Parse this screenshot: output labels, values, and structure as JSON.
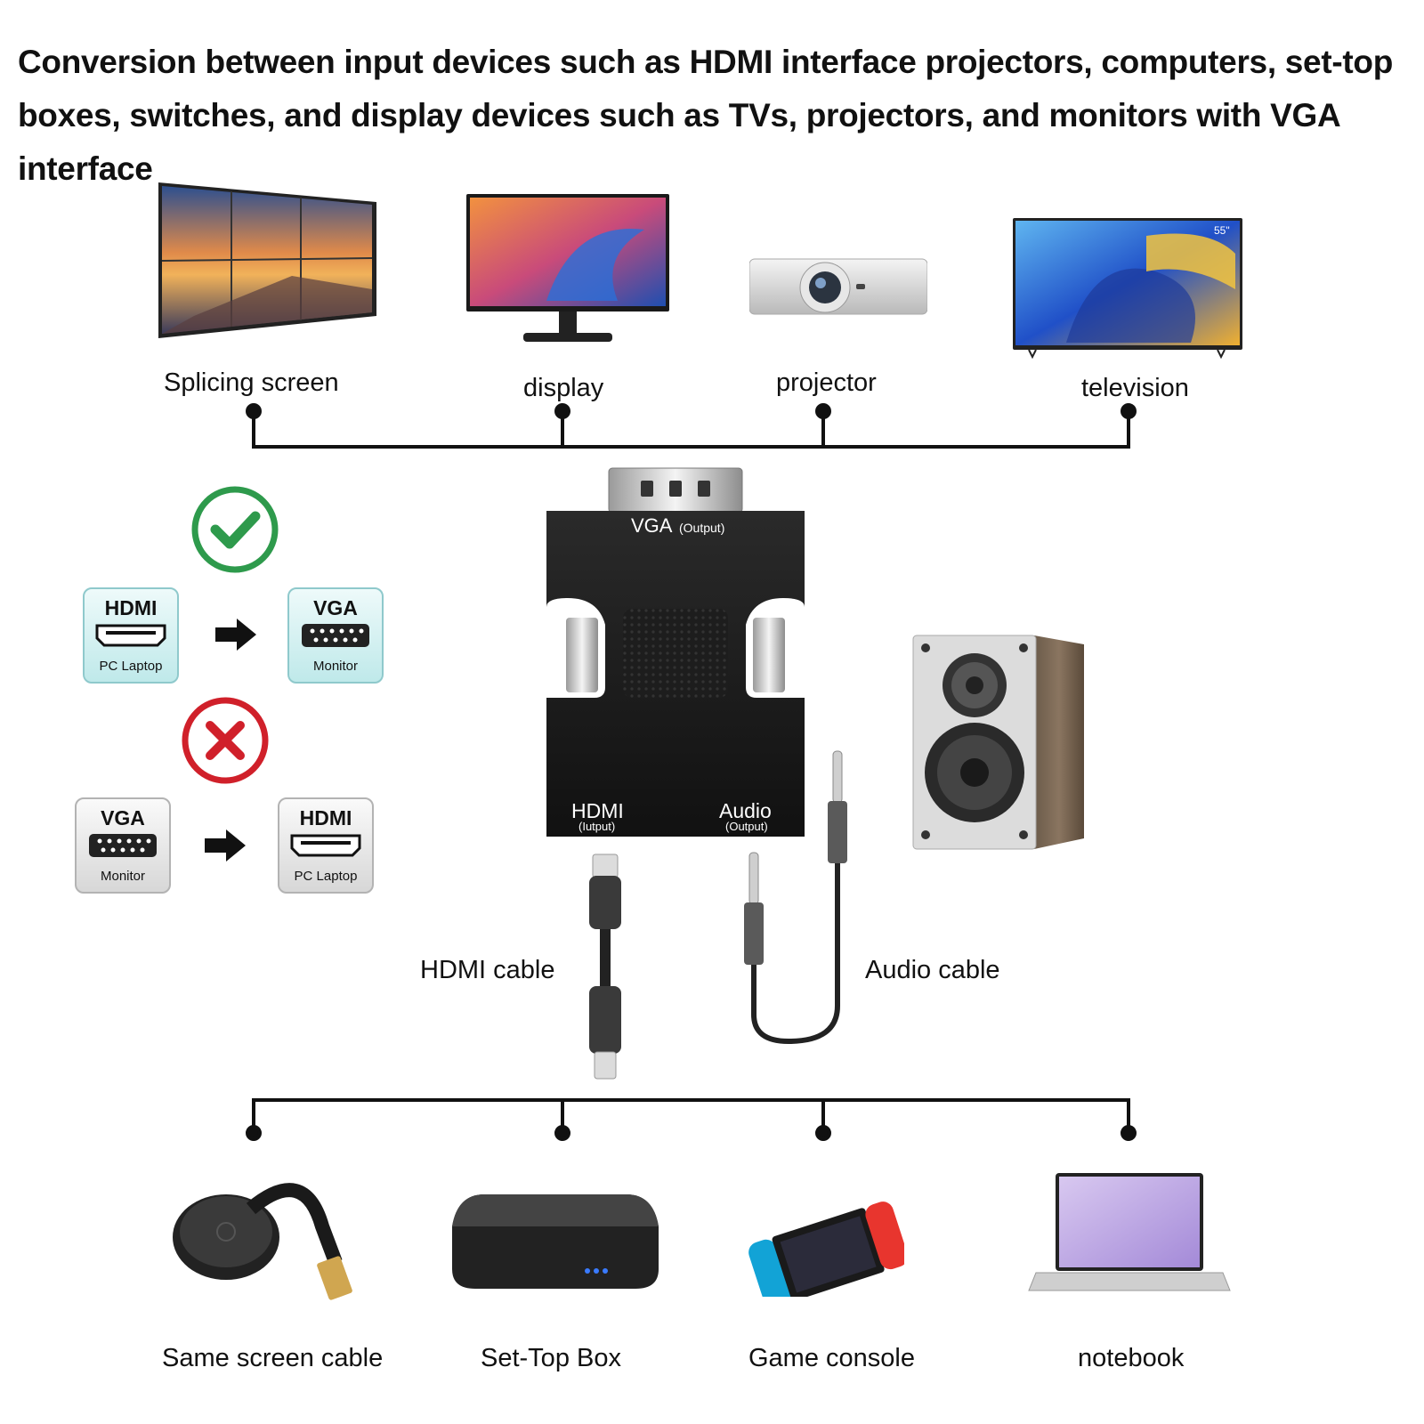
{
  "headline": "Conversion between input devices such as HDMI interface projectors, computers, set-top boxes, switches, and display devices such as TVs, projectors, and monitors with VGA interface",
  "output_devices": [
    "Splicing screen",
    "display",
    "projector",
    "television"
  ],
  "input_devices": [
    "Same screen cable",
    "Set-Top Box",
    "Game console",
    "notebook"
  ],
  "adapter": {
    "vga_label": "VGA",
    "vga_sub": "(Output)",
    "hdmi_label": "HDMI",
    "hdmi_sub": "(Iutput)",
    "audio_label": "Audio",
    "audio_sub": "(Output)"
  },
  "tv_badge": "55\"",
  "cables": {
    "hdmi": "HDMI cable",
    "audio": "Audio cable"
  },
  "compat": {
    "ok": {
      "from_title": "HDMI",
      "from_sub": "PC Laptop",
      "to_title": "VGA",
      "to_sub": "Monitor"
    },
    "bad": {
      "from_title": "VGA",
      "from_sub": "Monitor",
      "to_title": "HDMI",
      "to_sub": "PC Laptop"
    }
  },
  "colors": {
    "check": "#2e9a4c",
    "cross": "#d0202a",
    "teal_box": "#bfe9ea",
    "gray_box": "#d7d7d7"
  }
}
